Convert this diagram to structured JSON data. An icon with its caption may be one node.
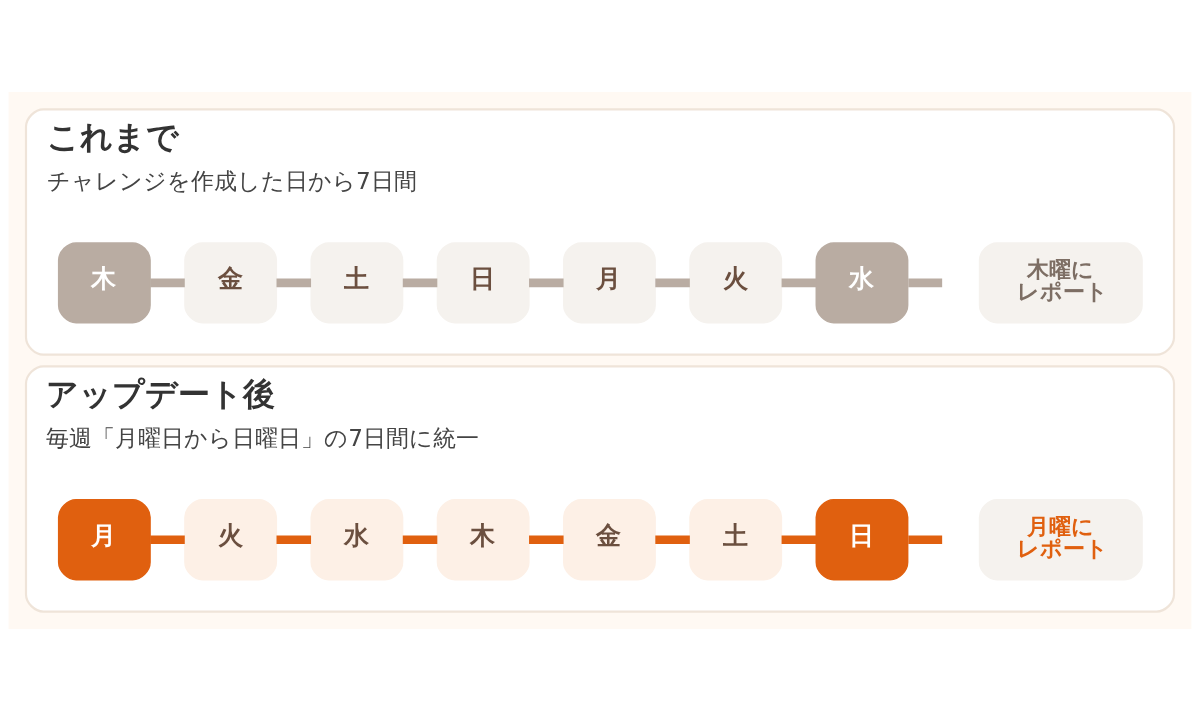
{
  "diagram": {
    "nodes": [
      {
        "text": [
          "これまで",
          "チャレンジを作成した日から7日間"
        ]
      },
      {
        "text": [
          "木"
        ],
        "in": 0
      },
      {
        "text": [
          "金"
        ],
        "in": 0
      },
      {
        "text": [
          "土"
        ],
        "in": 0
      },
      {
        "text": [
          "日"
        ],
        "in": 0
      },
      {
        "text": [
          "月"
        ],
        "in": 0
      },
      {
        "text": [
          "火"
        ],
        "in": 0
      },
      {
        "text": [
          "水"
        ],
        "in": 0
      },
      {
        "text": [
          "木曜にレポート"
        ],
        "in": 0
      },
      {
        "text": [
          "アップデート後",
          "毎週「月曜日から日曜日」の7日間に統一"
        ]
      },
      {
        "text": [
          "月"
        ],
        "in": 9
      },
      {
        "text": [
          "火"
        ],
        "in": 9
      },
      {
        "text": [
          "水"
        ],
        "in": 9
      },
      {
        "text": [
          "木"
        ],
        "in": 9
      },
      {
        "text": [
          "金"
        ],
        "in": 9
      },
      {
        "text": [
          "土"
        ],
        "in": 9
      },
      {
        "text": [
          "日"
        ],
        "in": 9
      },
      {
        "text": [
          "月曜にレポート"
        ],
        "in": 9
      }
    ],
    "edges": [
      {
        "from": 1,
        "to": 2,
        "arrow": "none",
        "color": "#b9aca2"
      },
      {
        "from": 2,
        "to": 3,
        "arrow": "none",
        "color": "#b9aca2"
      },
      {
        "from": 3,
        "to": 4,
        "arrow": "none",
        "color": "#b9aca2"
      },
      {
        "from": 4,
        "to": 5,
        "arrow": "none",
        "color": "#b9aca2"
      },
      {
        "from": 5,
        "to": 6,
        "arrow": "none",
        "color": "#b9aca2"
      },
      {
        "from": 6,
        "to": 7,
        "arrow": "none",
        "color": "#b9aca2"
      },
      {
        "from": 7,
        "to": null,
        "arrow": "none",
        "color": "#b9aca2"
      },
      {
        "from": 10,
        "to": 11,
        "arrow": "none",
        "color": "#e0600f"
      },
      {
        "from": 11,
        "to": 12,
        "arrow": "none",
        "color": "#e0600f"
      },
      {
        "from": 12,
        "to": 13,
        "arrow": "none",
        "color": "#e0600f"
      },
      {
        "from": 13,
        "to": 14,
        "arrow": "none",
        "color": "#e0600f"
      },
      {
        "from": 14,
        "to": 15,
        "arrow": "none",
        "color": "#e0600f"
      },
      {
        "from": 15,
        "to": 16,
        "arrow": "none",
        "color": "#e0600f"
      },
      {
        "from": 16,
        "to": null,
        "arrow": "none",
        "color": "#e0600f"
      }
    ]
  }
}
